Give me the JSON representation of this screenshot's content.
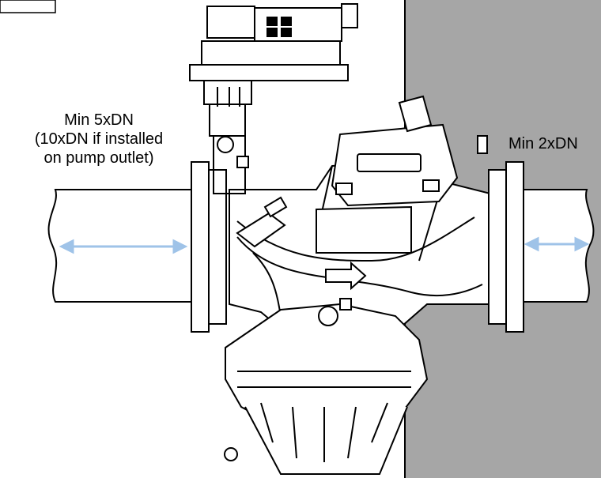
{
  "labels": {
    "upstream": {
      "line1": "Min 5xDN",
      "line2": "(10xDN if installed",
      "line3": "on pump outlet)"
    },
    "downstream": "Min 2xDN"
  },
  "colors": {
    "wall": "#a6a6a6",
    "arrow": "#9fc3e8",
    "line": "#000000",
    "background": "#ffffff"
  },
  "icons": {
    "flow_direction": "outline-arrow-right"
  }
}
